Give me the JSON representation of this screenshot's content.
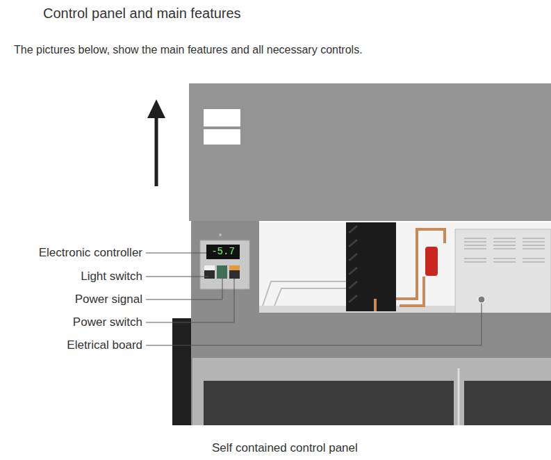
{
  "diagram": {
    "title": "Control panel and main features",
    "caption": "Self contained control panel",
    "labels": [
      "The pictures below, show the main features and all necessary controls.",
      "-5.7",
      "Electronic controller",
      "Light switch",
      "Power signal",
      "Power switch",
      "Eletrical board"
    ]
  }
}
